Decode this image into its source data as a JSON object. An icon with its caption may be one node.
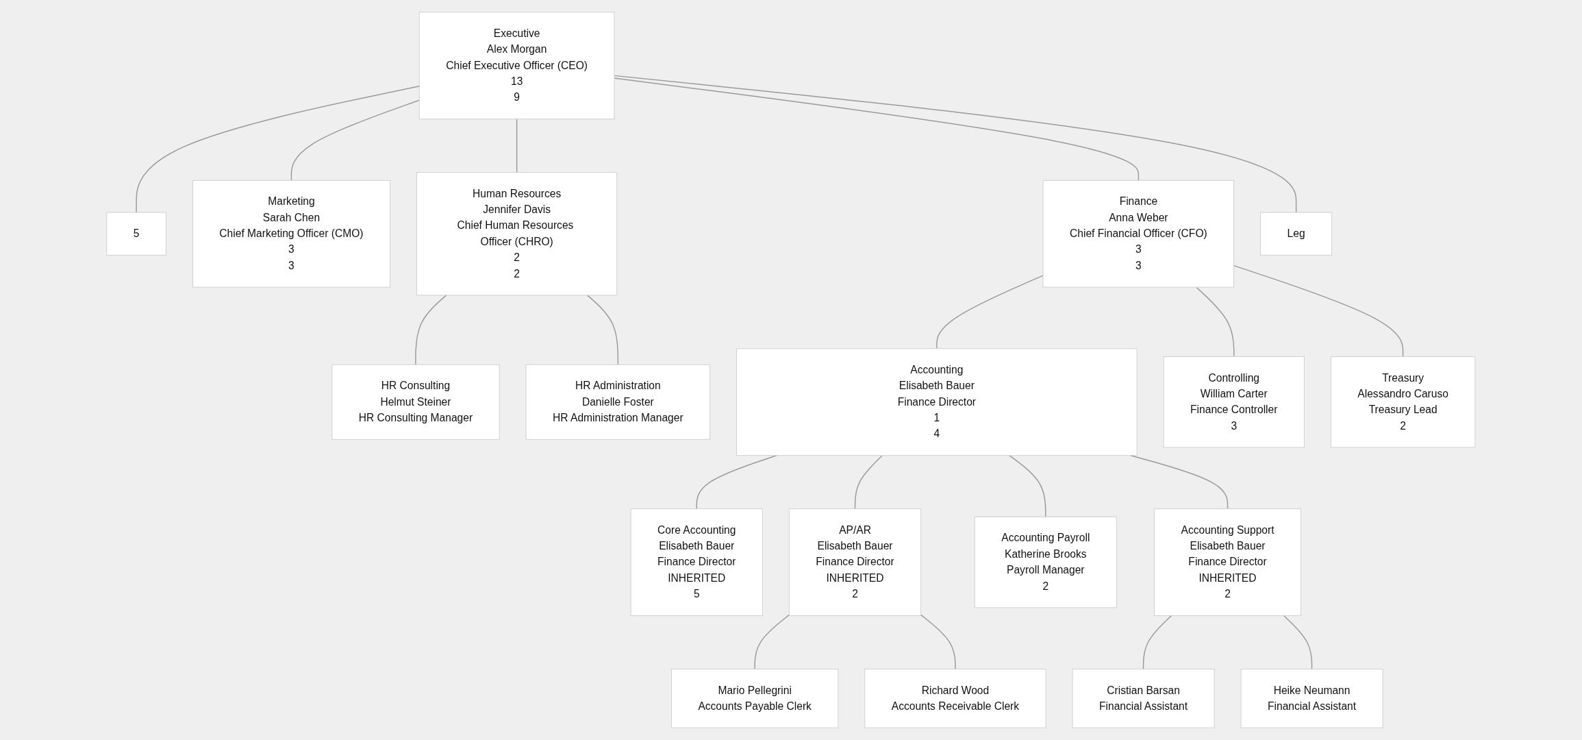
{
  "diagram": {
    "nodes": [
      {
        "text": [
          "Executive",
          "Alex Morgan",
          "Chief Executive Officer (CEO)",
          "13",
          "9"
        ]
      },
      {
        "text": [
          "5"
        ]
      },
      {
        "text": [
          "Marketing",
          "Sarah Chen",
          "Chief Marketing Officer (CMO)",
          "3",
          "3"
        ]
      },
      {
        "text": [
          "Human Resources",
          "Jennifer Davis",
          "Chief Human Resources Officer (CHRO)",
          "2",
          "2"
        ]
      },
      {
        "text": [
          "Finance",
          "Anna Weber",
          "Chief Financial Officer (CFO)",
          "3",
          "3"
        ]
      },
      {
        "text": [
          "Leg"
        ]
      },
      {
        "text": [
          "HR Consulting",
          "Helmut Steiner",
          "HR Consulting Manager"
        ]
      },
      {
        "text": [
          "HR Administration",
          "Danielle Foster",
          "HR Administration Manager"
        ]
      },
      {
        "text": [
          "Accounting",
          "Elisabeth Bauer",
          "Finance Director",
          "1",
          "4"
        ]
      },
      {
        "text": [
          "Controlling",
          "William Carter",
          "Finance Controller",
          "3"
        ]
      },
      {
        "text": [
          "Treasury",
          "Alessandro Caruso",
          "Treasury Lead",
          "2"
        ]
      },
      {
        "text": [
          "Core Accounting",
          "Elisabeth Bauer",
          "Finance Director",
          "INHERITED",
          "5"
        ]
      },
      {
        "text": [
          "AP/AR",
          "Elisabeth Bauer",
          "Finance Director",
          "INHERITED",
          "2"
        ]
      },
      {
        "text": [
          "Accounting Payroll",
          "Katherine Brooks",
          "Payroll Manager",
          "2"
        ]
      },
      {
        "text": [
          "Accounting Support",
          "Elisabeth Bauer",
          "Finance Director",
          "INHERITED",
          "2"
        ]
      },
      {
        "text": [
          "Mario Pellegrini",
          "Accounts Payable Clerk"
        ]
      },
      {
        "text": [
          "Richard Wood",
          "Accounts Receivable Clerk"
        ]
      },
      {
        "text": [
          "Cristian Barsan",
          "Financial Assistant"
        ]
      },
      {
        "text": [
          "Heike Neumann",
          "Financial Assistant"
        ]
      }
    ],
    "edges": [
      {
        "from": 0,
        "to": 1,
        "arrow": "none"
      },
      {
        "from": 0,
        "to": 2,
        "arrow": "none"
      },
      {
        "from": 0,
        "to": 3,
        "arrow": "none"
      },
      {
        "from": 0,
        "to": 4,
        "arrow": "none"
      },
      {
        "from": 0,
        "to": 5,
        "arrow": "none"
      },
      {
        "from": 3,
        "to": 6,
        "arrow": "none"
      },
      {
        "from": 3,
        "to": 7,
        "arrow": "none"
      },
      {
        "from": 4,
        "to": 8,
        "arrow": "none"
      },
      {
        "from": 4,
        "to": 9,
        "arrow": "none"
      },
      {
        "from": 4,
        "to": 10,
        "arrow": "none"
      },
      {
        "from": 8,
        "to": 11,
        "arrow": "none"
      },
      {
        "from": 8,
        "to": 12,
        "arrow": "none"
      },
      {
        "from": 8,
        "to": 13,
        "arrow": "none"
      },
      {
        "from": 8,
        "to": 14,
        "arrow": "none"
      },
      {
        "from": 12,
        "to": 15,
        "arrow": "none"
      },
      {
        "from": 12,
        "to": 16,
        "arrow": "none"
      },
      {
        "from": 14,
        "to": 17,
        "arrow": "none"
      },
      {
        "from": 14,
        "to": 18,
        "arrow": "none"
      }
    ]
  }
}
